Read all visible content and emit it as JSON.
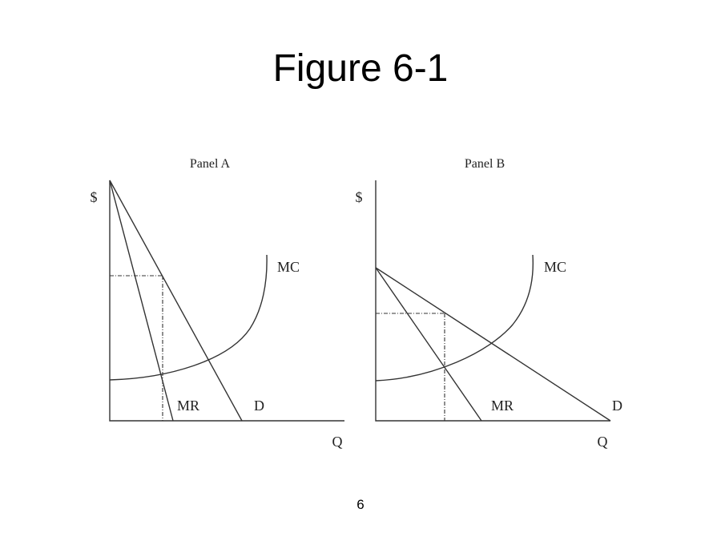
{
  "slide": {
    "title": "Figure 6-1",
    "page_number": "6"
  },
  "panels": [
    {
      "title": "Panel A",
      "y_axis_label": "$",
      "x_axis_label": "Q",
      "labels": {
        "mc": "MC",
        "mr": "MR",
        "d": "D"
      }
    },
    {
      "title": "Panel B",
      "y_axis_label": "$",
      "x_axis_label": "Q",
      "labels": {
        "mc": "MC",
        "mr": "MR",
        "d": "D"
      }
    }
  ]
}
